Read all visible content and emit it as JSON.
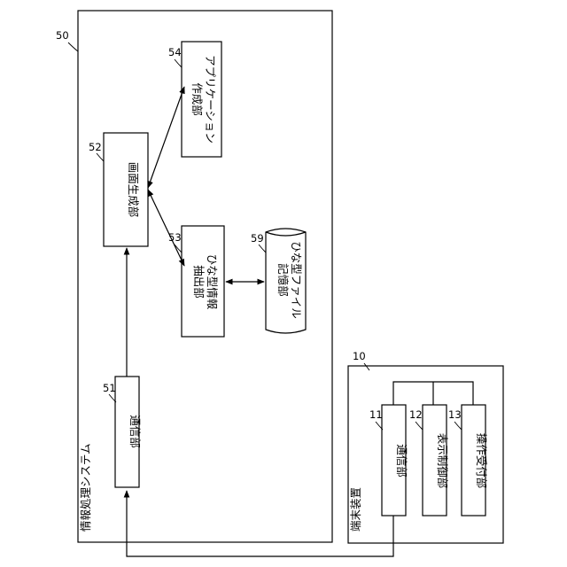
{
  "system": {
    "ref": "50",
    "title": "情報処理システム",
    "blocks": {
      "comm": {
        "ref": "51",
        "label": "通信部"
      },
      "screen_gen": {
        "ref": "52",
        "label": "画面生成部"
      },
      "template_extract": {
        "ref": "53",
        "line1": "ひな型情報",
        "line2": "抽出部"
      },
      "app_create": {
        "ref": "54",
        "line1": "アプリケーション",
        "line2": "作成部"
      },
      "template_store": {
        "ref": "59",
        "line1": "ひな型ファイル",
        "line2": "記憶部"
      }
    }
  },
  "terminal": {
    "ref": "10",
    "title": "端末装置",
    "blocks": {
      "comm": {
        "ref": "11",
        "label": "通信部"
      },
      "display_ctrl": {
        "ref": "12",
        "label": "表示制御部"
      },
      "op_accept": {
        "ref": "13",
        "label": "操作受付部"
      }
    }
  }
}
